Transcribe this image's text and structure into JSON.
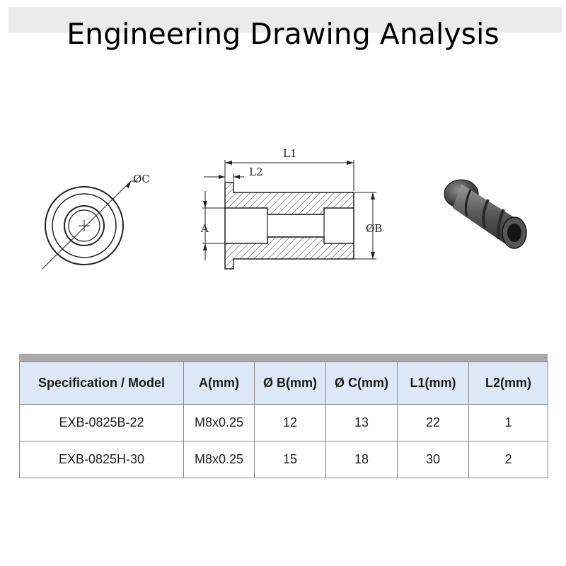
{
  "title": "Engineering Drawing Analysis",
  "drawing": {
    "front_view_label": "ØC",
    "section_labels": {
      "l1": "L1",
      "l2": "L2",
      "a": "A",
      "b": "ØB"
    }
  },
  "table": {
    "headers": [
      "Specification / Model",
      "A(mm)",
      "Ø B(mm)",
      "Ø C(mm)",
      "L1(mm)",
      "L2(mm)"
    ],
    "rows": [
      [
        "EXB-0825B-22",
        "M8x0.25",
        "12",
        "13",
        "22",
        "1"
      ],
      [
        "EXB-0825H-30",
        "M8x0.25",
        "15",
        "18",
        "30",
        "2"
      ]
    ]
  },
  "colors": {
    "header_bg": "#dce8f5",
    "border": "#8a8a8a"
  }
}
